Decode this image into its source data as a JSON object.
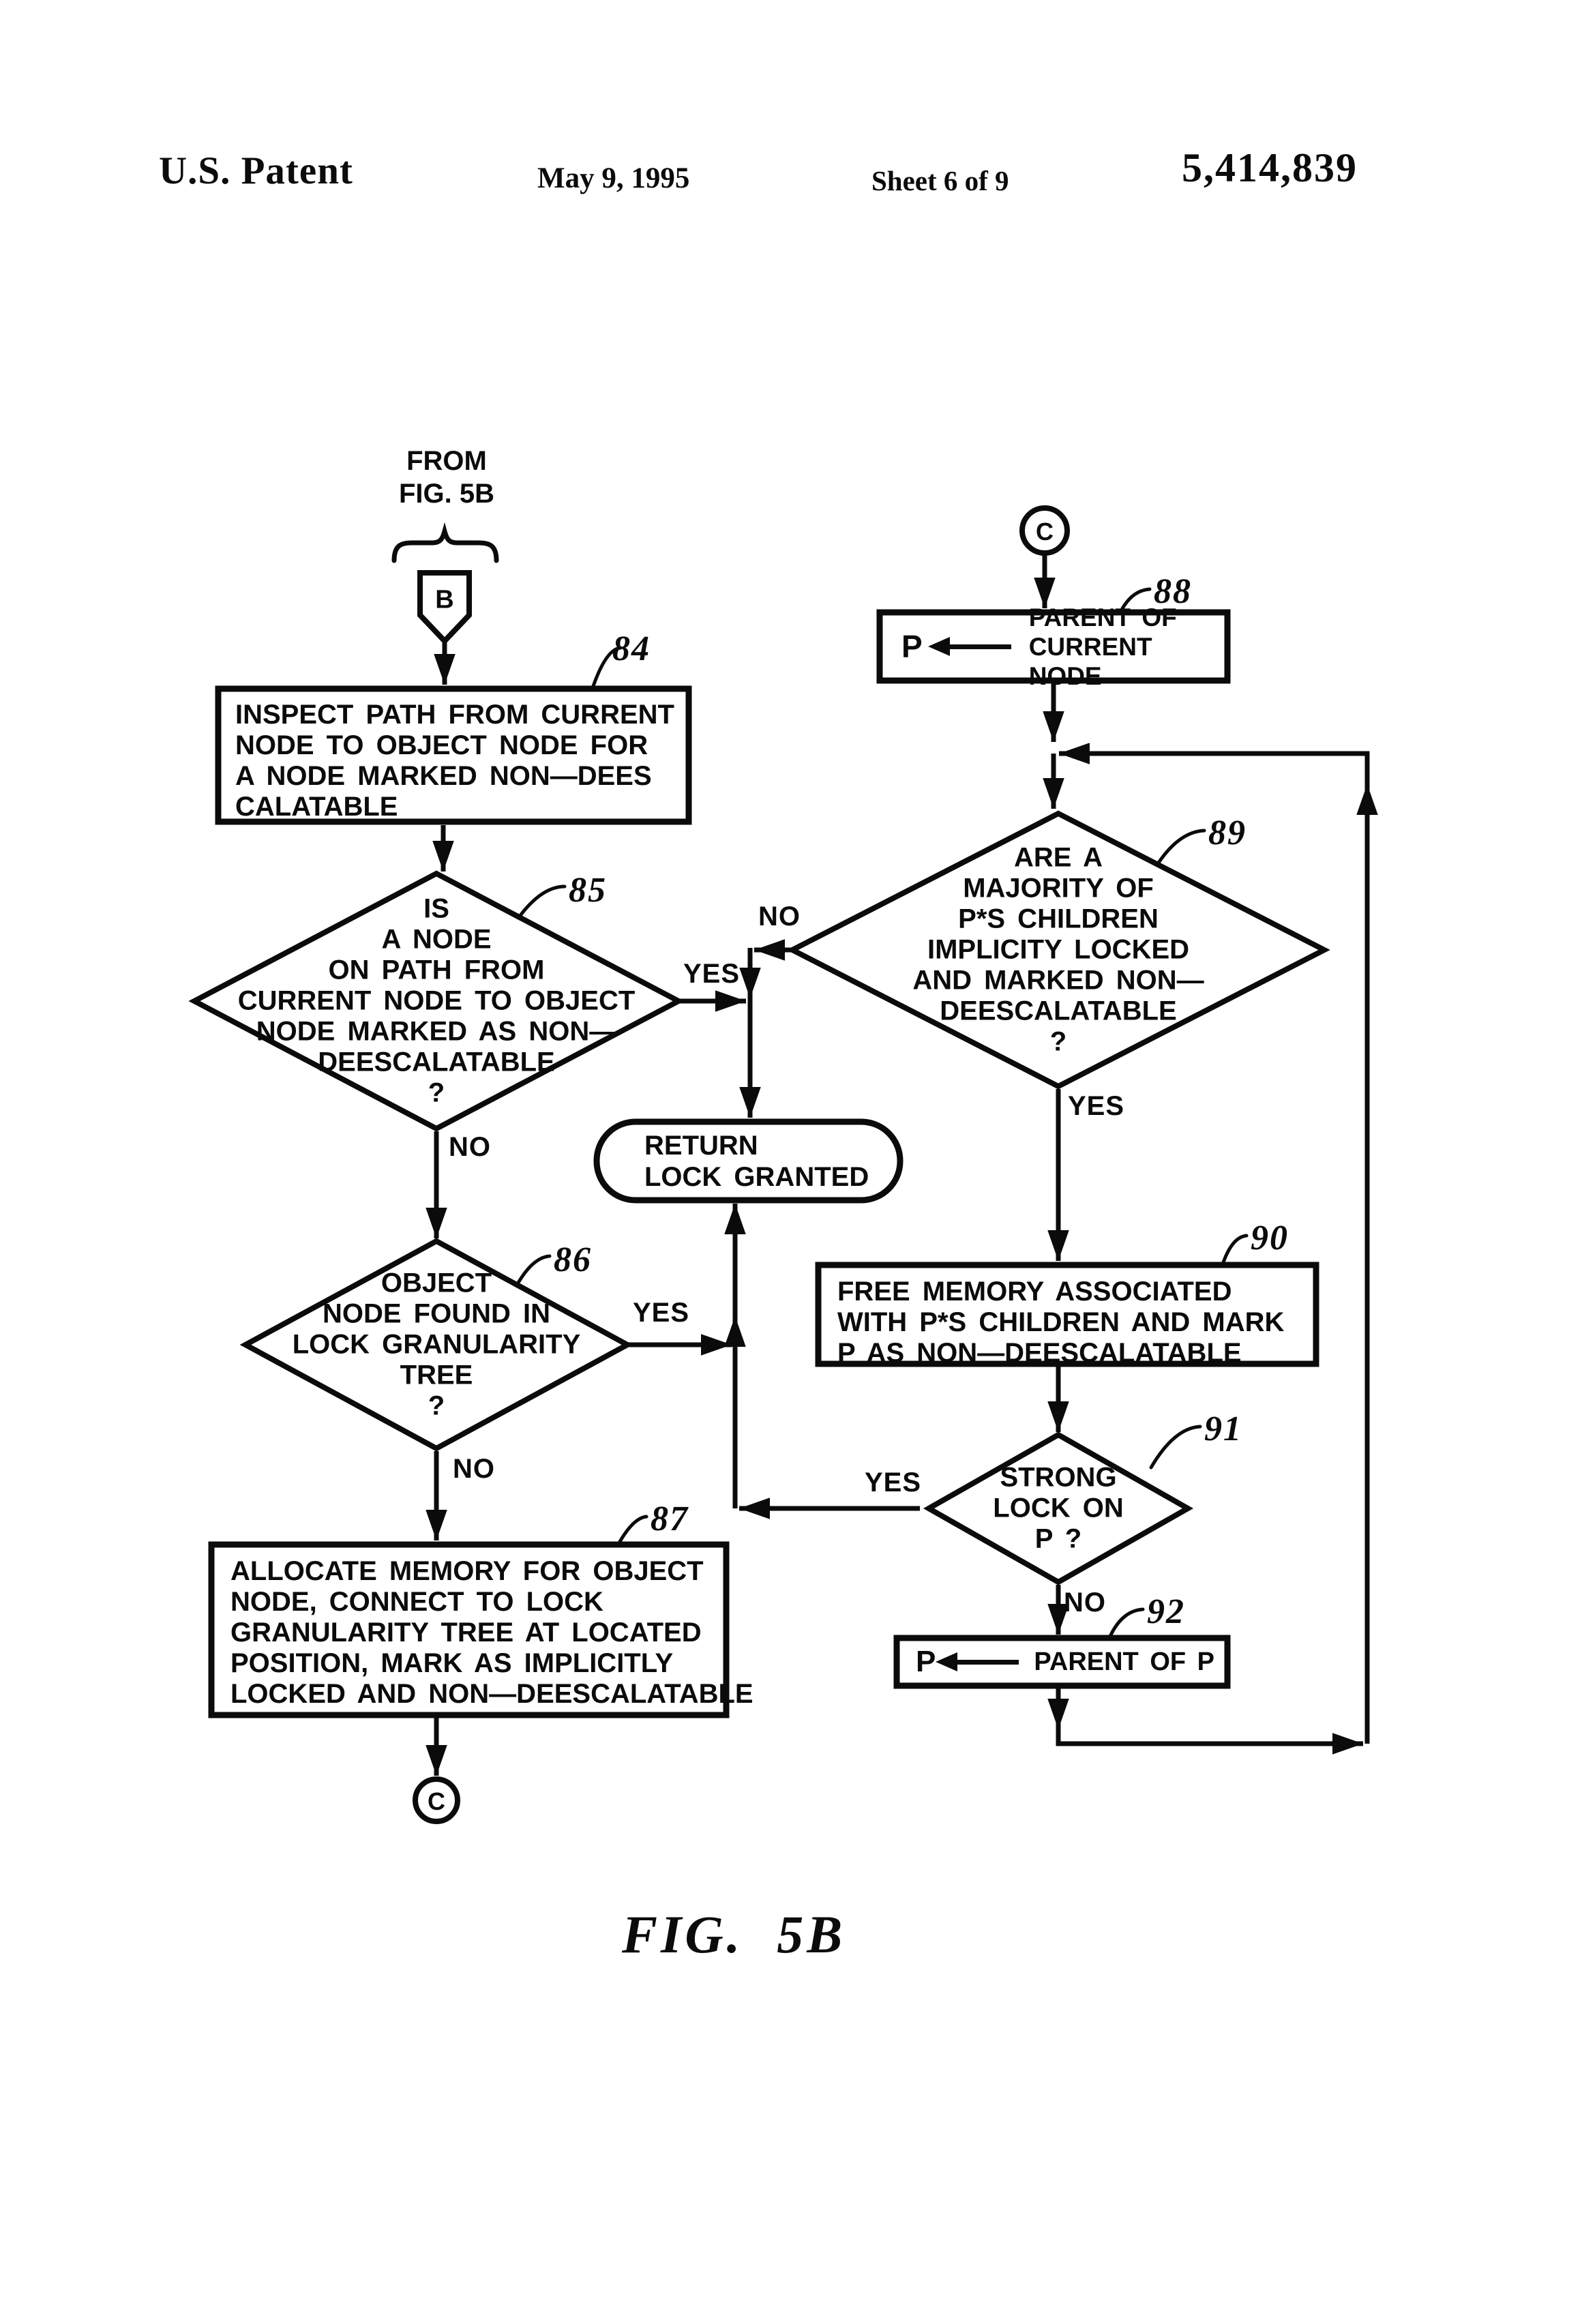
{
  "header": {
    "title": "U.S. Patent",
    "date": "May 9, 1995",
    "sheet": "Sheet 6 of 9",
    "patent_number": "5,414,839"
  },
  "figure": {
    "caption": "FIG.  5B"
  },
  "connectors": {
    "from_caption": "FROM\nFIG. 5B",
    "b_label": "B",
    "c_label": "C"
  },
  "labels": {
    "yes": "YES",
    "no": "NO"
  },
  "nodes": {
    "box84": {
      "ref": "84",
      "text": "INSPECT PATH FROM CURRENT\nNODE TO OBJECT NODE FOR\nA NODE MARKED NON—DEES\nCALATABLE"
    },
    "diamond85": {
      "ref": "85",
      "text": "IS\nA NODE\nON PATH FROM\nCURRENT NODE TO OBJECT\nNODE MARKED AS NON—\nDEESCALATABLE\n?"
    },
    "return_lock": {
      "text": "RETURN\nLOCK GRANTED"
    },
    "diamond86": {
      "ref": "86",
      "text": "OBJECT\nNODE FOUND IN\nLOCK GRANULARITY\nTREE\n?"
    },
    "box87": {
      "ref": "87",
      "text": "ALLOCATE MEMORY FOR OBJECT\nNODE, CONNECT TO LOCK\nGRANULARITY TREE AT LOCATED\nPOSITION, MARK AS IMPLICITLY\nLOCKED AND NON—DEESCALATABLE"
    },
    "box88": {
      "ref": "88",
      "var": "P",
      "text": "PARENT OF\nCURRENT NODE"
    },
    "diamond89": {
      "ref": "89",
      "text": "ARE A\nMAJORITY OF\nP*S CHILDREN\nIMPLICITY LOCKED\nAND MARKED NON—\nDEESCALATABLE\n?"
    },
    "box90": {
      "ref": "90",
      "text": "FREE MEMORY ASSOCIATED\nWITH P*S CHILDREN AND MARK\nP AS NON—DEESCALATABLE"
    },
    "diamond91": {
      "ref": "91",
      "text": "STRONG\nLOCK ON\nP ?"
    },
    "box92": {
      "ref": "92",
      "var": "P",
      "text": "PARENT OF P"
    }
  }
}
